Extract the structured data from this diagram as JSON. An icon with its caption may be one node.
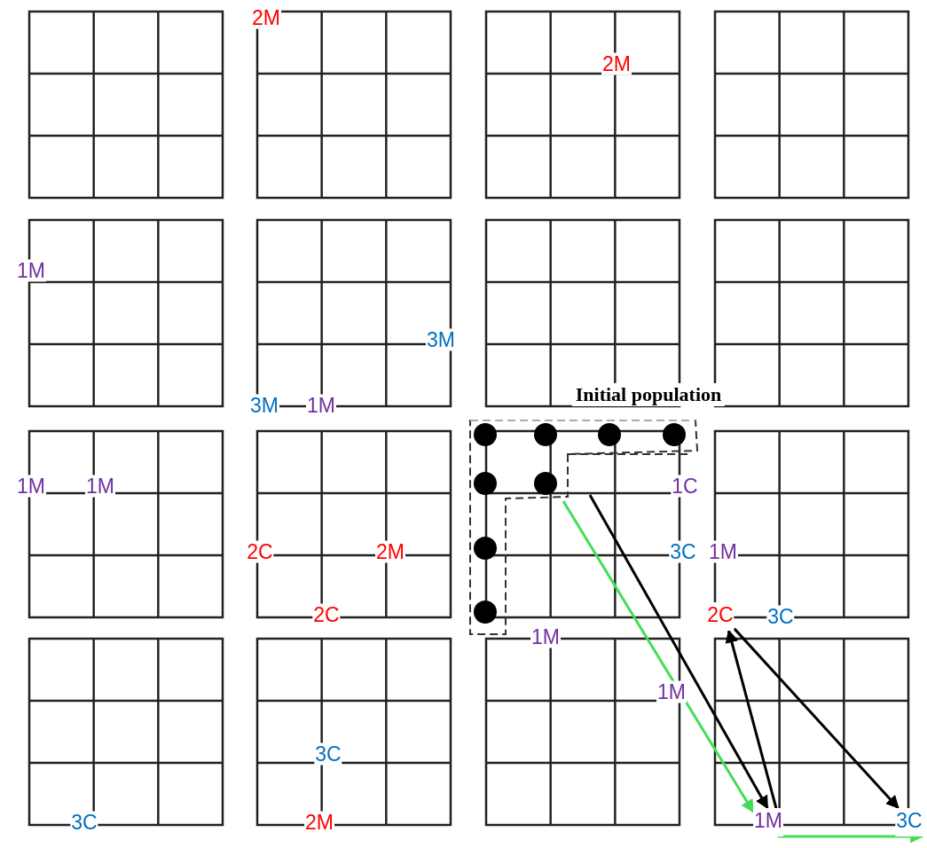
{
  "diagram": {
    "nodes": [
      {
        "text": [
          "1M"
        ]
      },
      {
        "text": [
          "2C"
        ]
      },
      {
        "text": [
          "3C"
        ]
      }
    ],
    "edges": [
      {
        "from": null,
        "to": 0,
        "arrow": "to",
        "color": "#44dd55"
      },
      {
        "from": null,
        "to": 0,
        "arrow": "to"
      },
      {
        "from": 0,
        "to": 1,
        "arrow": "to"
      },
      {
        "from": 1,
        "to": 2,
        "arrow": "to"
      },
      {
        "from": 0,
        "to": 2,
        "arrow": "to",
        "color": "#44dd55"
      }
    ],
    "labels": [
      "2M",
      "2M",
      "1M",
      "3M",
      "Initial population",
      "3M",
      "1M",
      "1M",
      "1M",
      "1C",
      "2C",
      "2M",
      "3C",
      "1M",
      "2C",
      "3C",
      "1M",
      "1M",
      "3C",
      "3C",
      "2M"
    ]
  }
}
